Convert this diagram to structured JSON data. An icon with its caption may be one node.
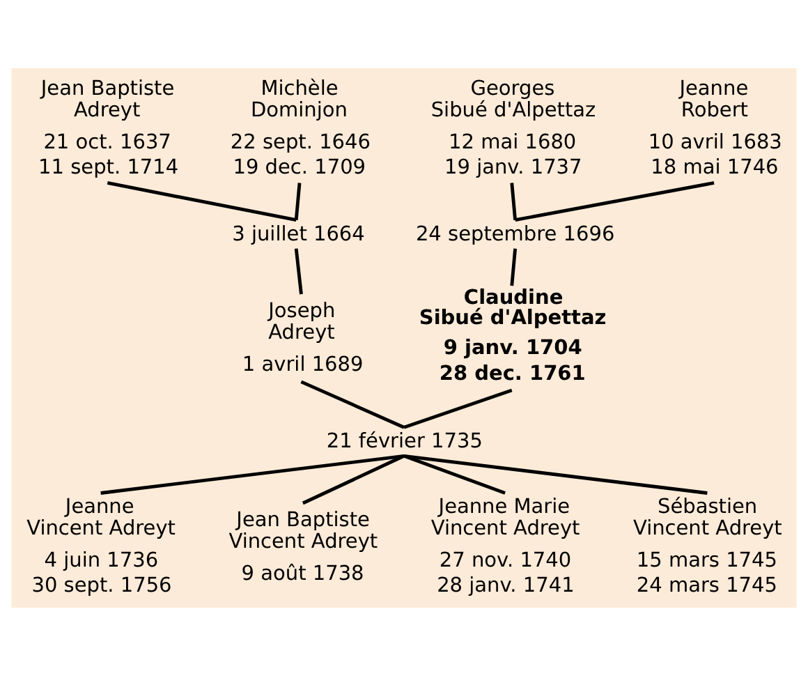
{
  "diagram": {
    "nodes": [
      {
        "text": [
          "Jean Baptiste Adreyt",
          "21 oct. 1637",
          "11 sept. 1714"
        ]
      },
      {
        "text": [
          "Michèle Dominjon",
          "22 sept. 1646",
          "19 dec. 1709"
        ]
      },
      {
        "text": [
          "Georges Sibué d'Alpettaz",
          "12 mai 1680",
          "19 janv. 1737"
        ]
      },
      {
        "text": [
          "Jeanne Robert",
          "10 avril 1683",
          "18 mai 1746"
        ]
      },
      {
        "text": [
          "3 juillet 1664"
        ]
      },
      {
        "text": [
          "24 septembre 1696"
        ]
      },
      {
        "text": [
          "Joseph Adreyt",
          "1 avril 1689"
        ]
      },
      {
        "text": [
          "Claudine Sibué d'Alpettaz",
          "9 janv. 1704",
          "28 dec. 1761"
        ]
      },
      {
        "text": [
          "21 février 1735"
        ]
      },
      {
        "text": [
          "Jeanne Vincent Adreyt",
          "4 juin 1736",
          "30 sept. 1756"
        ]
      },
      {
        "text": [
          "Jean Baptiste Vincent Adreyt",
          "9 août 1738"
        ]
      },
      {
        "text": [
          "Jeanne Marie Vincent Adreyt",
          "27 nov. 1740",
          "28 janv. 1741"
        ]
      },
      {
        "text": [
          "Sébastien Vincent Adreyt",
          "15 mars 1745",
          "24 mars 1745"
        ]
      }
    ],
    "edges": [
      {
        "from": 0,
        "to": 4,
        "arrow": "none"
      },
      {
        "from": 1,
        "to": 4,
        "arrow": "none"
      },
      {
        "from": 4,
        "to": 6,
        "arrow": "none"
      },
      {
        "from": 2,
        "to": 5,
        "arrow": "none"
      },
      {
        "from": 3,
        "to": 5,
        "arrow": "none"
      },
      {
        "from": 5,
        "to": 7,
        "arrow": "none"
      },
      {
        "from": 6,
        "to": 8,
        "arrow": "none"
      },
      {
        "from": 7,
        "to": 8,
        "arrow": "none"
      },
      {
        "from": 8,
        "to": 9,
        "arrow": "none"
      },
      {
        "from": 8,
        "to": 10,
        "arrow": "none"
      },
      {
        "from": 8,
        "to": 11,
        "arrow": "none"
      },
      {
        "from": 8,
        "to": 12,
        "arrow": "none"
      }
    ]
  }
}
